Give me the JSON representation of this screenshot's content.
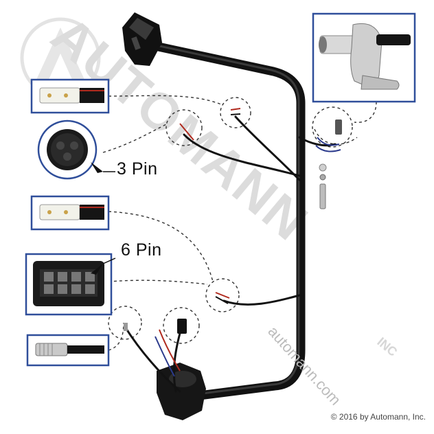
{
  "watermark": {
    "brand": "AUTOMANN",
    "suffix": "INC",
    "url": "automann.com",
    "color": "#c8c8c8"
  },
  "labels": {
    "three_pin": "3 Pin",
    "six_pin": "6 Pin"
  },
  "copyright": "© 2016 by Automann, Inc.",
  "colors": {
    "callout_border": "#2f4e9a",
    "harness": "#121212",
    "wire_red": "#b02a1e",
    "wire_blue": "#2b3a8c",
    "connector_white": "#f2f2ea",
    "dashes": "#333333"
  }
}
